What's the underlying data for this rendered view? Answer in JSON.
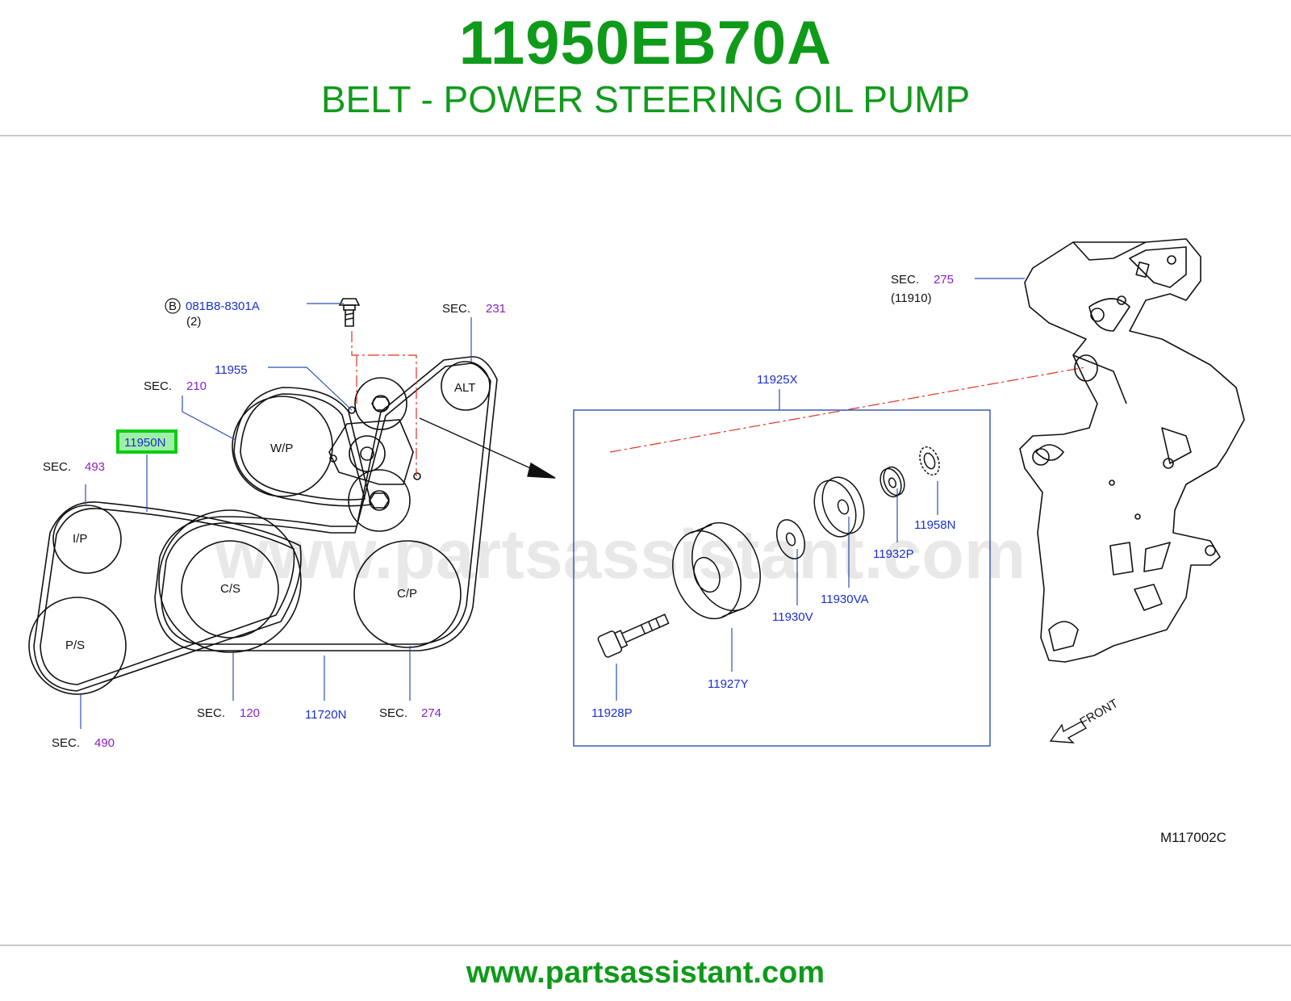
{
  "header": {
    "part_number": "11950EB70A",
    "part_name": "BELT - POWER STEERING OIL PUMP"
  },
  "watermark": "www.partsassistant.com",
  "footer": {
    "url": "www.partsassistant.com"
  },
  "colors": {
    "brand_green": "#0f9a1a",
    "part_blue": "#1a2fd0",
    "section_purple": "#8a1fc8",
    "highlight_green": "#0ccb14",
    "highlight_fill": "#9ff0a6"
  },
  "diagram": {
    "highlighted_part": "11950N",
    "bolt_ref": {
      "circle_letter": "B",
      "code": "081B8-8301A",
      "qty": "(2)"
    },
    "sec_word": "SEC.",
    "sections": {
      "s231": "231",
      "s210": "210",
      "s493": "493",
      "s120": "120",
      "s274": "274",
      "s490": "490",
      "s275": "275"
    },
    "s275_sub": "(11910)",
    "pulleys": {
      "alt": "ALT",
      "wp": "W/P",
      "ip": "I/P",
      "cs": "C/S",
      "cp": "C/P",
      "ps": "P/S"
    },
    "parts": {
      "p11955": "11955",
      "p11720N": "11720N",
      "p11925X": "11925X",
      "p11958N": "11958N",
      "p11932P": "11932P",
      "p11930VA": "11930VA",
      "p11930V": "11930V",
      "p11927Y": "11927Y",
      "p11928P": "11928P"
    },
    "front_label": "FRONT",
    "diagram_code": "M117002C"
  }
}
